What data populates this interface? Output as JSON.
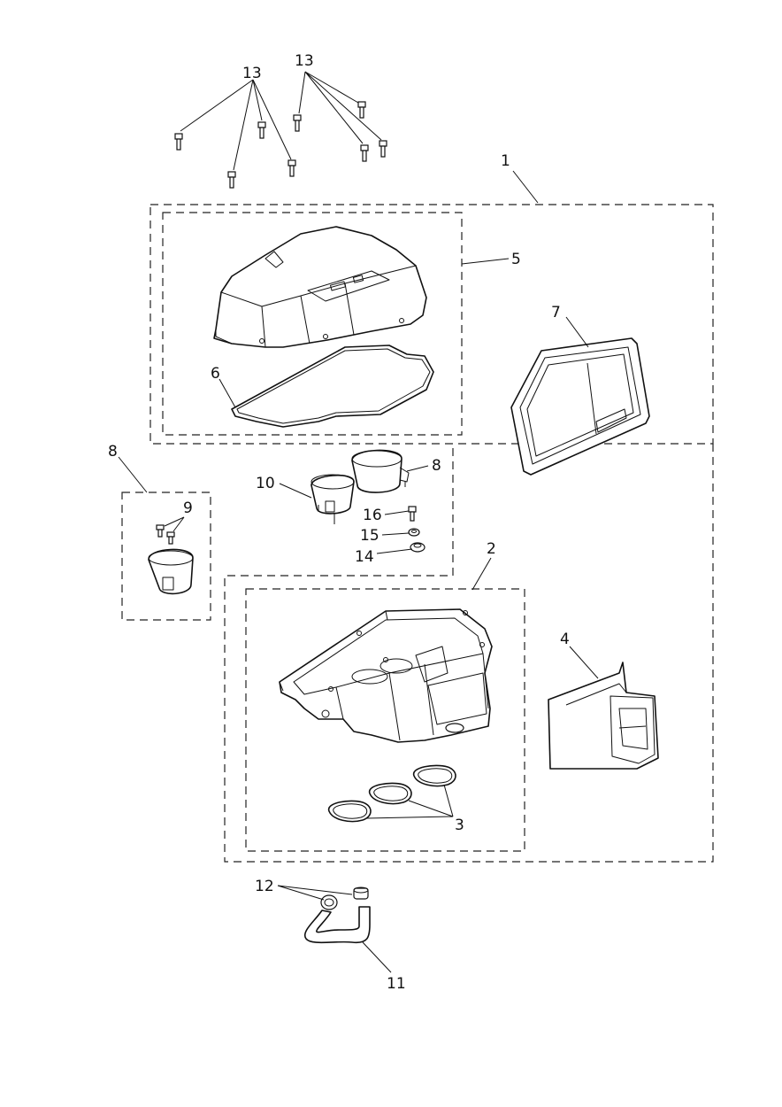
{
  "labels": {
    "l1": "1",
    "l2": "2",
    "l3": "3",
    "l4": "4",
    "l5": "5",
    "l6": "6",
    "l7": "7",
    "l8a": "8",
    "l8b": "8",
    "l9": "9",
    "l10": "10",
    "l11": "11",
    "l12": "12",
    "l13a": "13",
    "l13b": "13",
    "l14": "14",
    "l15": "15",
    "l16": "16"
  }
}
